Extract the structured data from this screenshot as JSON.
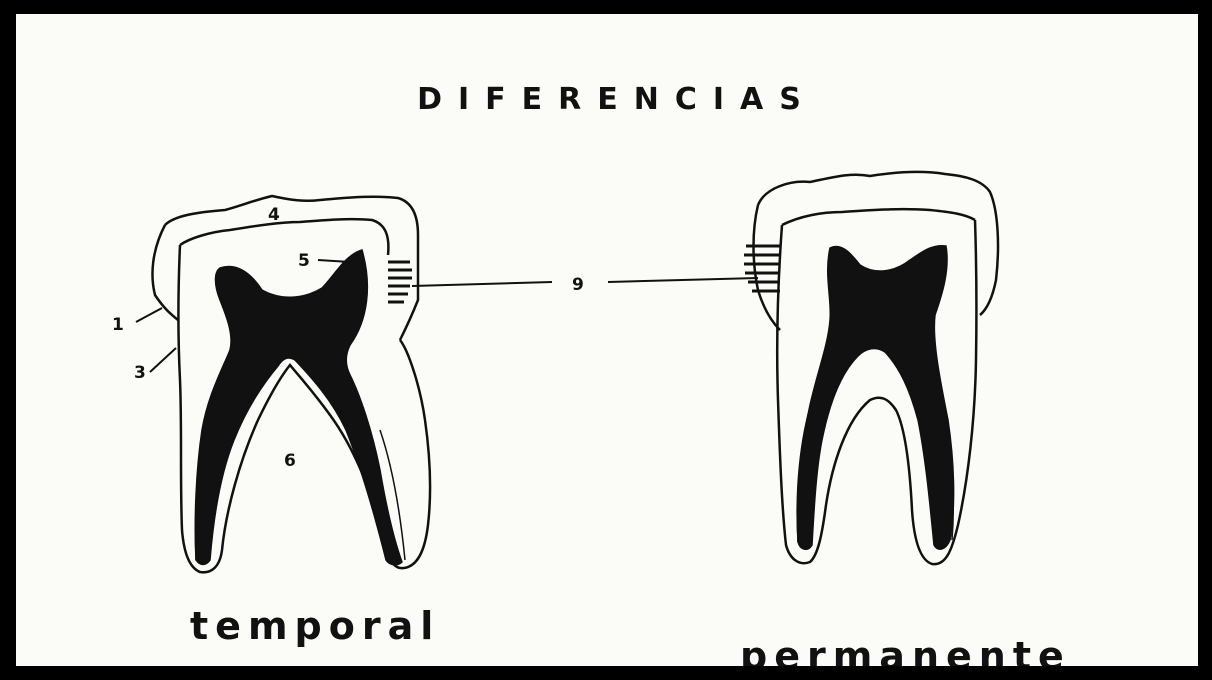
{
  "diagram": {
    "title": "DIFERENCIAS",
    "captions": {
      "left": "temporal",
      "right": "permanente"
    },
    "labels": {
      "n1": "1",
      "n3": "3",
      "n4": "4",
      "n5": "5",
      "n6": "6",
      "n9": "9"
    },
    "colors": {
      "ink": "#111111",
      "paper": "#fbfbf7",
      "border": "#000000"
    }
  }
}
